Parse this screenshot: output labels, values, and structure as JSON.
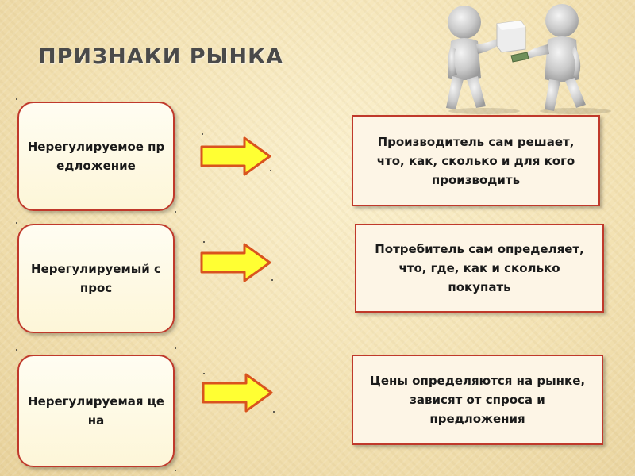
{
  "title": "ПРИЗНАКИ  РЫНКА",
  "rows": [
    {
      "left": "Нерегулируемое предложение",
      "right": "Производитель сам решает, что, как, сколько и для кого производить"
    },
    {
      "left": "Нерегулируемый спрос",
      "right": "Потребитель сам определяет, что, где, как и сколько покупать"
    },
    {
      "left": "Нерегулируемая цена",
      "right": "Цены определяются на рынке, зависят от спроса и предложения"
    }
  ],
  "colors": {
    "box_border": "#c0392b",
    "arrow_fill": "#ffff33",
    "arrow_stroke": "#d9531e",
    "title": "#4a4a4a"
  },
  "icons": [
    "two-figures-exchange-icon",
    "right-arrow-icon"
  ]
}
